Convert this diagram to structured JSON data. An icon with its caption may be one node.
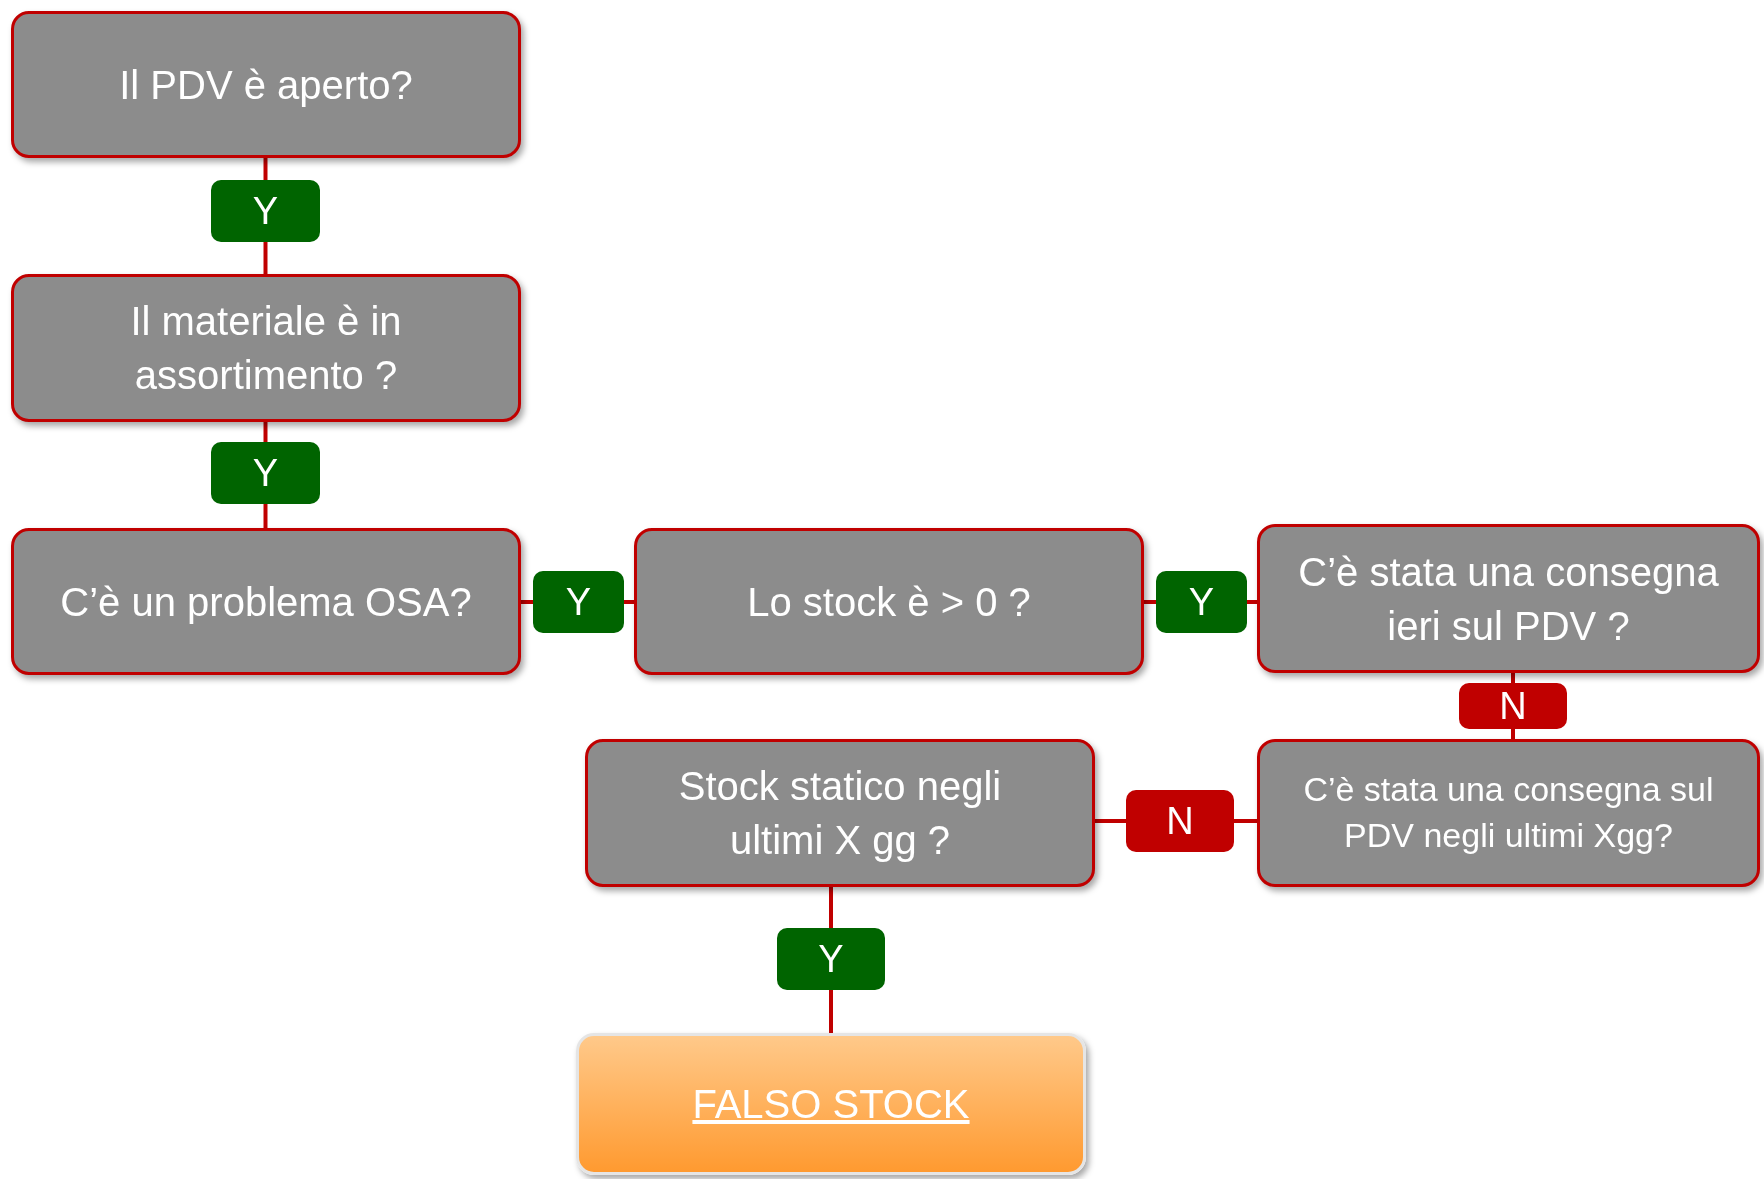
{
  "diagram": {
    "nodes": [
      {
        "text": [
          "Il PDV è aperto?"
        ]
      },
      {
        "text": [
          "Y"
        ]
      },
      {
        "text": [
          "Il materiale è in assortimento ?"
        ]
      },
      {
        "text": [
          "Y"
        ]
      },
      {
        "text": [
          "C’è un problema OSA?"
        ]
      },
      {
        "text": [
          "Y"
        ]
      },
      {
        "text": [
          "Lo stock è > 0 ?"
        ]
      },
      {
        "text": [
          "Y"
        ]
      },
      {
        "text": [
          "C’è stata una consegna ieri sul PDV ?"
        ]
      },
      {
        "text": [
          "N"
        ]
      },
      {
        "text": [
          "Stock statico negli ultimi X gg  ?"
        ]
      },
      {
        "text": [
          "N"
        ]
      },
      {
        "text": [
          "C’è stata una consegna sul PDV negli ultimi Xgg?"
        ]
      },
      {
        "text": [
          "Y"
        ]
      },
      {
        "text": [
          "FALSO STOCK"
        ]
      }
    ],
    "edges": [
      {
        "from": 0,
        "to": 1,
        "arrow": "none"
      },
      {
        "from": 1,
        "to": 2,
        "arrow": "none"
      },
      {
        "from": 2,
        "to": 3,
        "arrow": "none"
      },
      {
        "from": 3,
        "to": 4,
        "arrow": "none"
      },
      {
        "from": 4,
        "to": 5,
        "arrow": "none"
      },
      {
        "from": 5,
        "to": 6,
        "arrow": "none"
      },
      {
        "from": 6,
        "to": 7,
        "arrow": "none"
      },
      {
        "from": 7,
        "to": 8,
        "arrow": "none"
      },
      {
        "from": 8,
        "to": 9,
        "arrow": "none"
      },
      {
        "from": 9,
        "to": 12,
        "arrow": "none"
      },
      {
        "from": 12,
        "to": 11,
        "arrow": "none"
      },
      {
        "from": 11,
        "to": 10,
        "arrow": "none"
      },
      {
        "from": 10,
        "to": 13,
        "arrow": "none"
      },
      {
        "from": 13,
        "to": 14,
        "arrow": "none"
      }
    ]
  }
}
